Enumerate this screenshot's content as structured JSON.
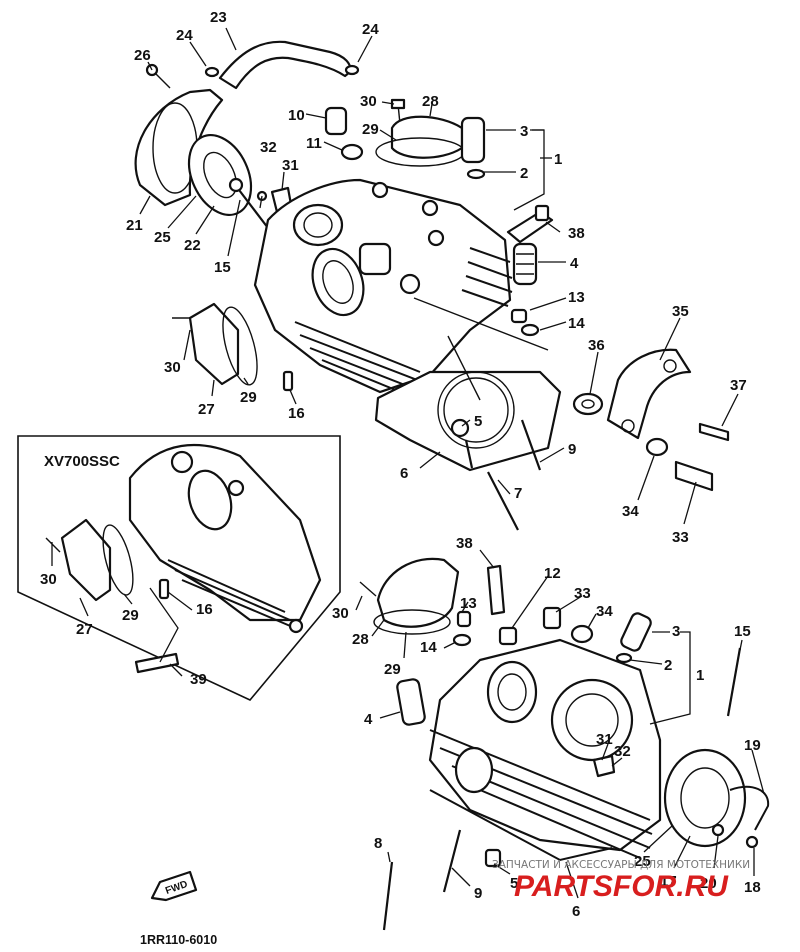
{
  "variant_title": "XV700SSC",
  "front_mark": "FWD",
  "diagram_code": "1RR110-6010",
  "watermark": {
    "caption": "ЗАПЧАСТИ И АКСЕССУАРЫ ДЛЯ МОТОТЕХНИКИ",
    "logo": "PARTSFOR.RU"
  },
  "callouts": {
    "c23": "23",
    "c24a": "24",
    "c24b": "24",
    "c26": "26",
    "c10": "10",
    "c11": "11",
    "c30a": "30",
    "c28a": "28",
    "c29a": "29",
    "c3a": "3",
    "c2a": "2",
    "c1a": "1",
    "c32a": "32",
    "c31a": "31",
    "c21": "21",
    "c25a": "25",
    "c22": "22",
    "c15a": "15",
    "c38a": "38",
    "c4a": "4",
    "c13a": "13",
    "c14a": "14",
    "c35": "35",
    "c36": "36",
    "c37": "37",
    "c30b": "30",
    "c27a": "27",
    "c29b": "29",
    "c16a": "16",
    "c5a": "5",
    "c9a": "9",
    "c6a": "6",
    "c7": "7",
    "c34a": "34",
    "c33a": "33",
    "c30c": "30",
    "c27b": "27",
    "c29c": "29",
    "c16b": "16",
    "c39": "39",
    "c38b": "38",
    "c12": "12",
    "c33b": "33",
    "c34b": "34",
    "c13b": "13",
    "c14b": "14",
    "c30d": "30",
    "c28b": "28",
    "c29d": "29",
    "c3b": "3",
    "c2b": "2",
    "c1b": "1",
    "c15b": "15",
    "c4b": "4",
    "c31b": "31",
    "c32b": "32",
    "c19": "19",
    "c8": "8",
    "c9b": "9",
    "c5b": "5",
    "c6b": "6",
    "c25b": "25",
    "c17": "17",
    "c20": "20",
    "c18": "18"
  },
  "colors": {
    "ink": "#111111",
    "paper": "#ffffff",
    "watermark_red": "#d81e1e",
    "watermark_gray": "#777777"
  }
}
